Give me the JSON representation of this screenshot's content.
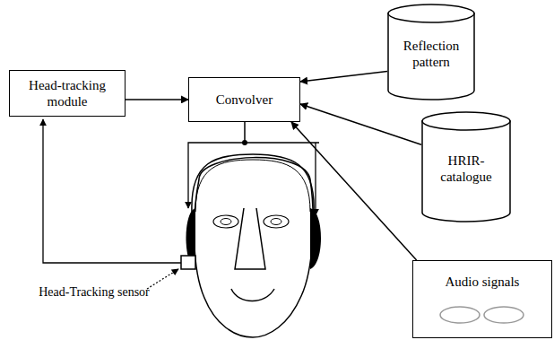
{
  "diagram": {
    "nodes": [
      {
        "text": [
          "Head-tracking module"
        ]
      },
      {
        "text": [
          "Convolver"
        ]
      },
      {
        "text": [
          "Reflection pattern"
        ]
      },
      {
        "text": [
          "HRIR-catalogue"
        ]
      },
      {
        "text": [
          "Audio signals"
        ]
      }
    ],
    "edges": [
      {
        "from": 0,
        "to": 1,
        "arrow": "to"
      },
      {
        "from": 2,
        "to": 1,
        "arrow": "to"
      },
      {
        "from": 3,
        "to": 1,
        "arrow": "to"
      },
      {
        "from": 4,
        "to": 1,
        "arrow": "to"
      }
    ],
    "labels": [
      "Head-Tracking sensor"
    ]
  }
}
